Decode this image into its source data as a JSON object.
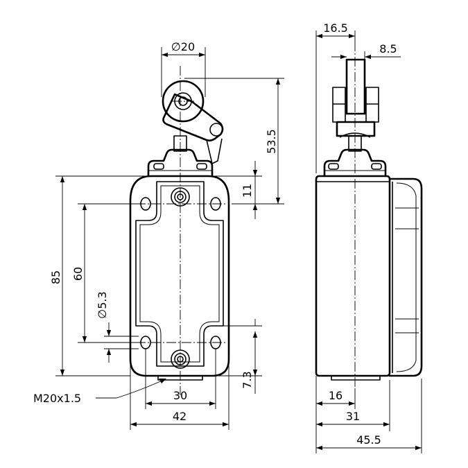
{
  "drawing": {
    "front_view": {
      "roller_diameter": "∅20",
      "lever_height": "53.5",
      "top_mount_offset": "11",
      "overall_height": "85",
      "hole_spacing_vertical": "60",
      "hole_diameter": "∅5.3",
      "bottom_offset": "7.3",
      "hole_spacing_horizontal": "30",
      "overall_width": "42",
      "thread_callout": "M20x1.5"
    },
    "side_view": {
      "head_width": "16.5",
      "roller_width": "8.5",
      "axis_offset": "16",
      "body_depth": "31",
      "overall_depth": "45.5"
    }
  }
}
